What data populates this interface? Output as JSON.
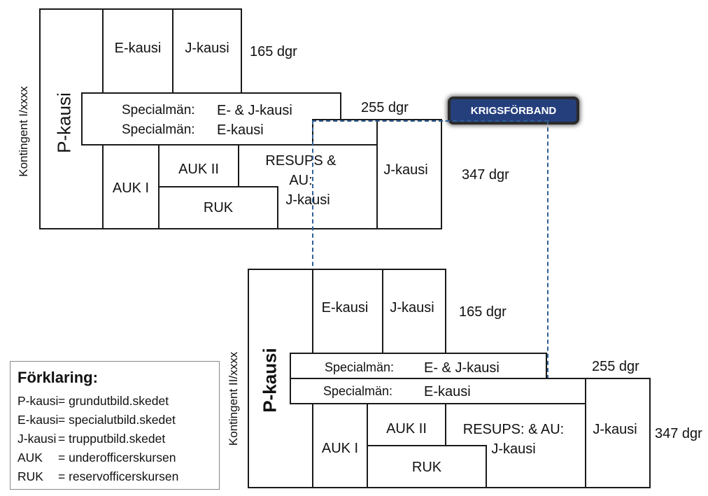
{
  "top": {
    "kontingent": "Kontingent I/xxxx",
    "p_kausi": "P-kausi",
    "e_kausi": "E-kausi",
    "j_kausi": "J-kausi",
    "dgr165": "165 dgr",
    "spec1": "Specialmän:",
    "spec1_val": "E- & J-kausi",
    "spec2": "Specialmän:",
    "spec2_val": "E-kausi",
    "dgr255": "255 dgr",
    "auk1": "AUK I",
    "auk2": "AUK II",
    "ruk": "RUK",
    "resups_line1": "RESUPS  &",
    "resups_line2": "AU:",
    "resups_line3": "J-kausi",
    "j_kausi_right": "J-kausi",
    "dgr347": "347 dgr"
  },
  "bottom": {
    "kontingent": "Kontingent  II/xxxx",
    "p_kausi": "P-kausi",
    "e_kausi": "E-kausi",
    "j_kausi": "J-kausi",
    "dgr165": "165 dgr",
    "spec1": "Specialmän:",
    "spec1_val": "E-  & J-kausi",
    "spec2": "Specialmän:",
    "spec2_val": "E-kausi",
    "dgr255": "255 dgr",
    "auk1": "AUK I",
    "auk2": "AUK II",
    "ruk": "RUK",
    "resups_line1": "RESUPS:  &  AU:",
    "resups_line2": "J-kausi",
    "j_kausi_right": "J-kausi",
    "dgr347": "347 dgr"
  },
  "krigsforband": "KRIGSFÖRBAND",
  "legend": {
    "title": "Förklaring:",
    "items": [
      {
        "term": "P-kausi",
        "def": "= grundutbild.skedet"
      },
      {
        "term": "E-kausi",
        "def": "= specialutbild.skedet"
      },
      {
        "term": "J-kausi",
        "def": "= trupputbild.skedet"
      },
      {
        "term": "AUK",
        "def": "= underofficerskursen"
      },
      {
        "term": "RUK",
        "def": "= reservofficerskursen"
      }
    ]
  },
  "colors": {
    "accent": "#253f7d",
    "dashed": "#2f5f93",
    "line": "#1a1a1a"
  }
}
